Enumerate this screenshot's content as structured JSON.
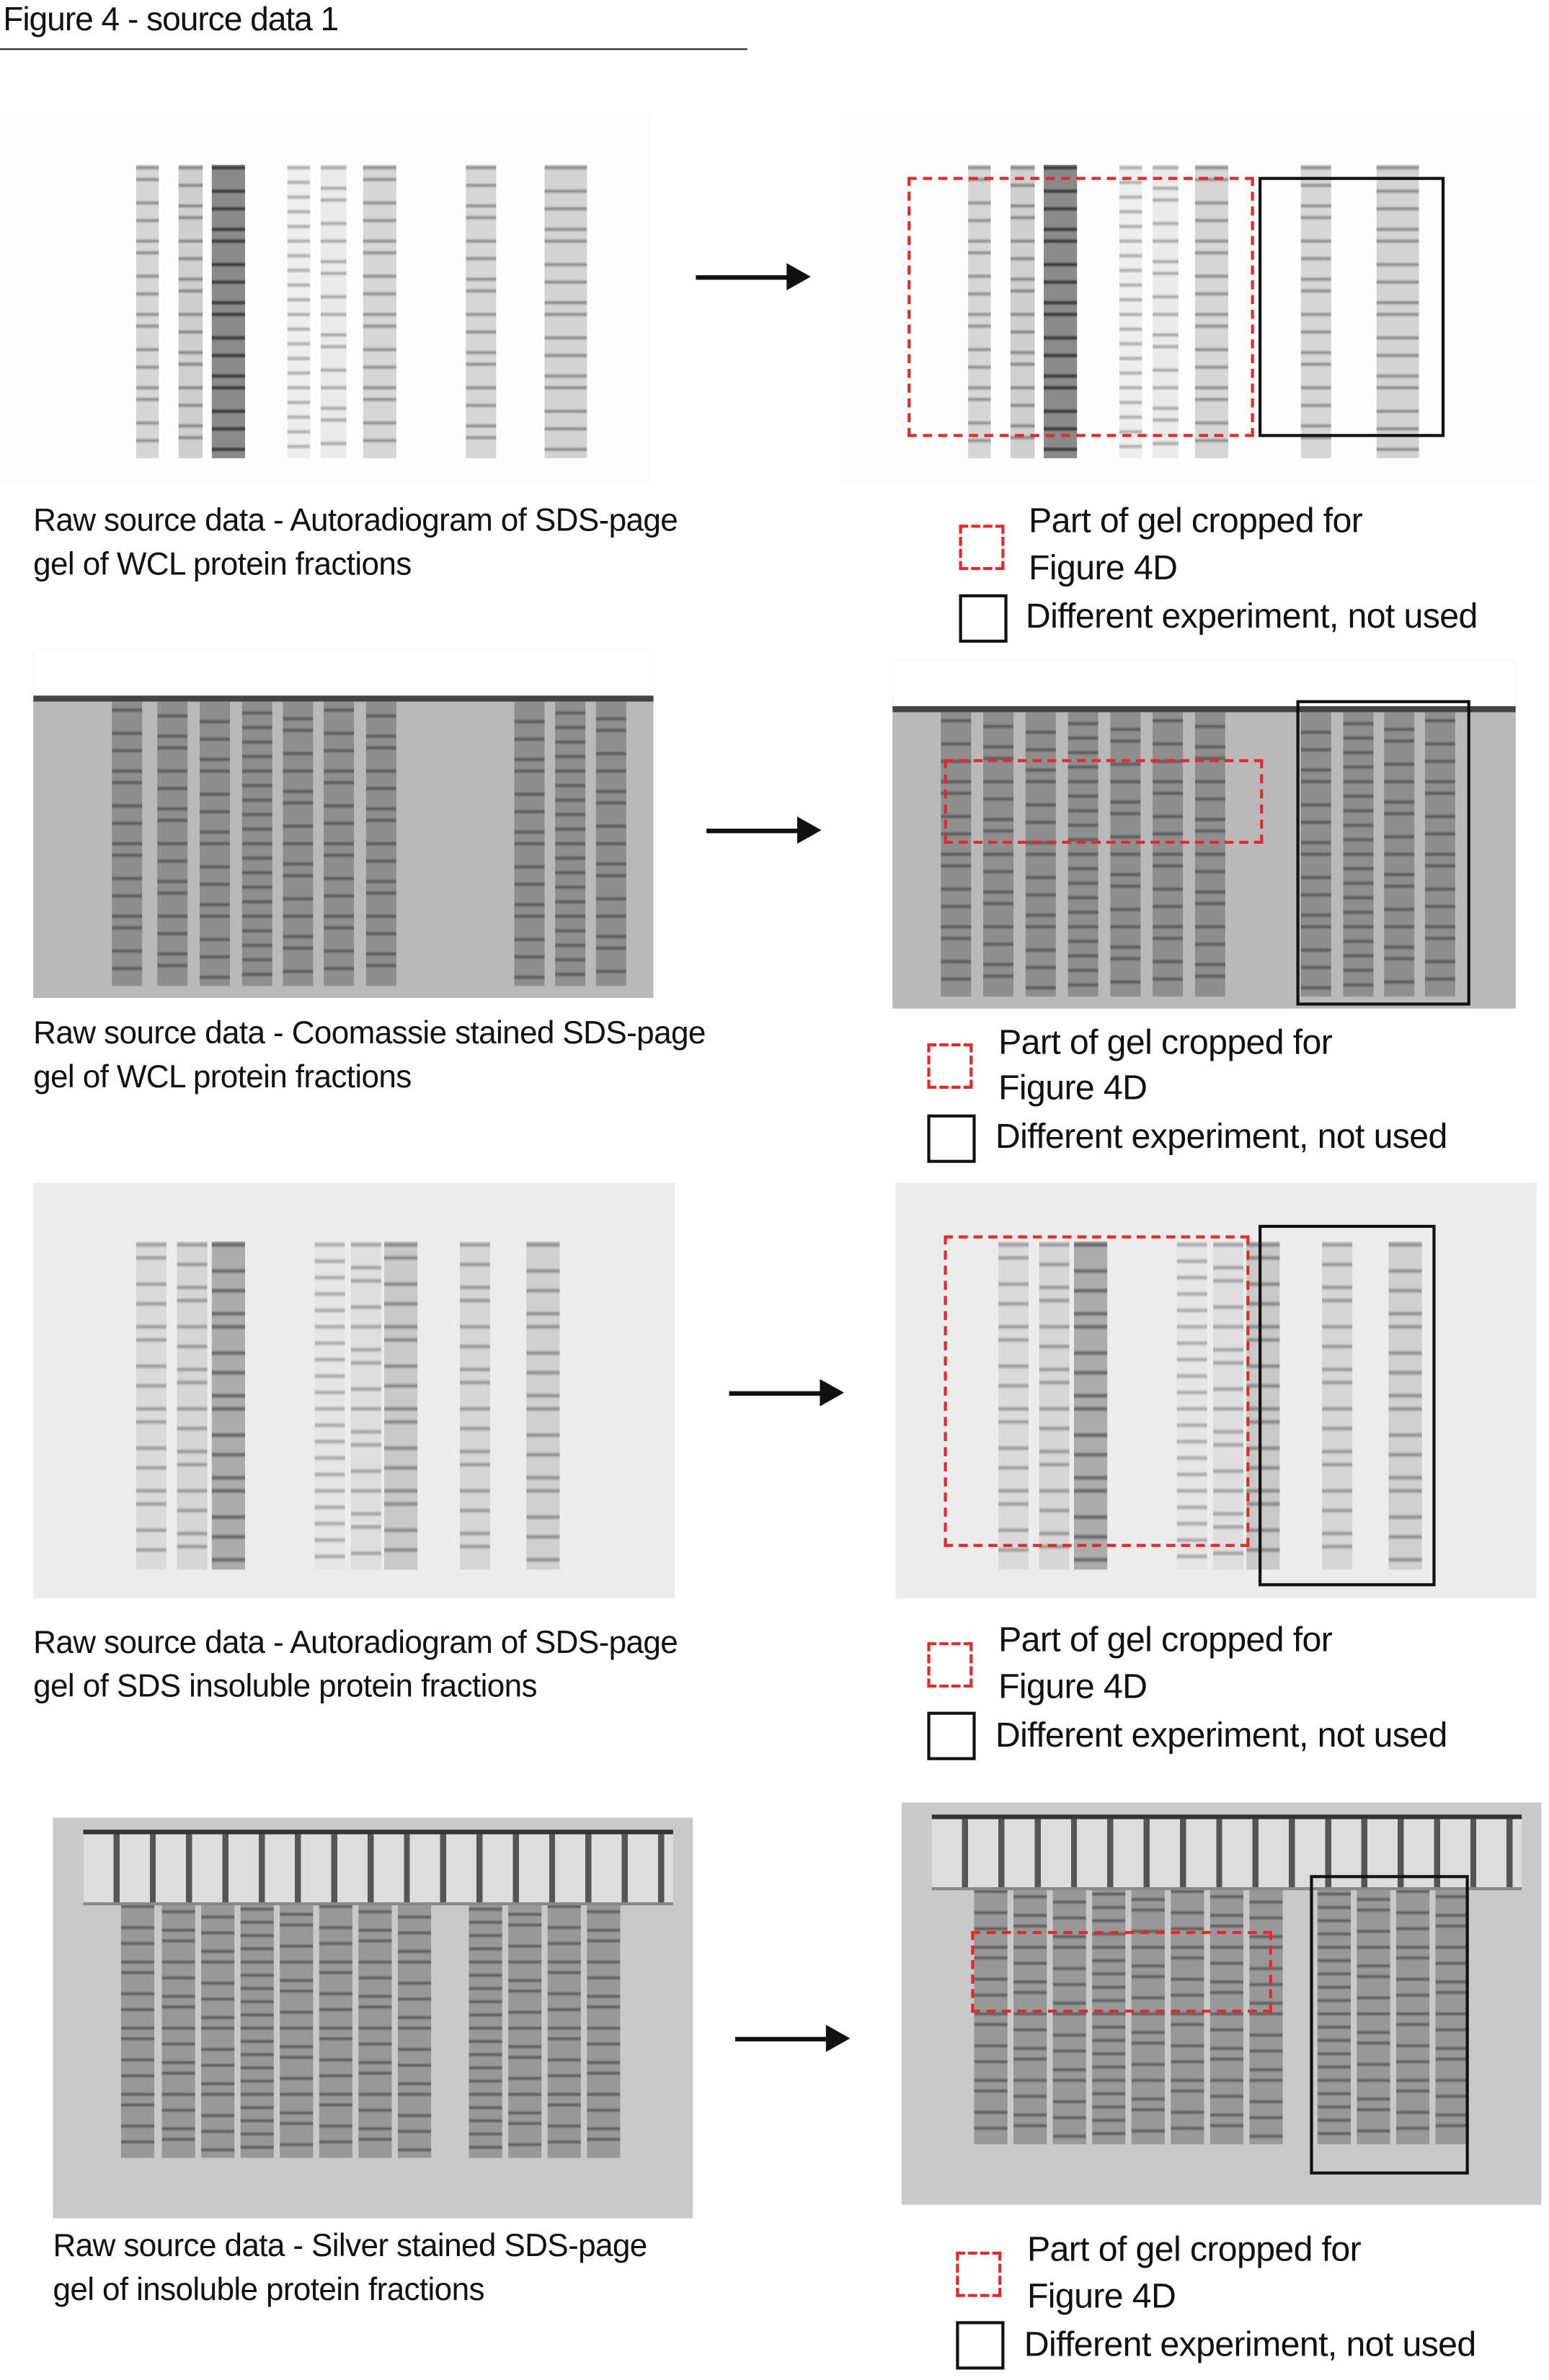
{
  "title": "Figure 4 - source data 1",
  "legend": {
    "cropped_line1": "Part of gel cropped for",
    "cropped_line2": "Figure 4D",
    "not_used": "Different experiment, not used"
  },
  "panels": [
    {
      "caption_line1": "Raw source data - Autoradiogram of SDS-page",
      "caption_line2": "gel of WCL protein fractions"
    },
    {
      "caption_line1": "Raw source data - Coomassie stained SDS-page",
      "caption_line2": "gel of WCL protein fractions"
    },
    {
      "caption_line1": "Raw source data - Autoradiogram of SDS-page",
      "caption_line2": "gel of SDS insoluble protein fractions"
    },
    {
      "caption_line1": "Raw source data - Silver stained SDS-page",
      "caption_line2": "gel of insoluble protein fractions"
    }
  ],
  "colors": {
    "crop_box": "#e32a2a",
    "unused_box": "#111111"
  }
}
